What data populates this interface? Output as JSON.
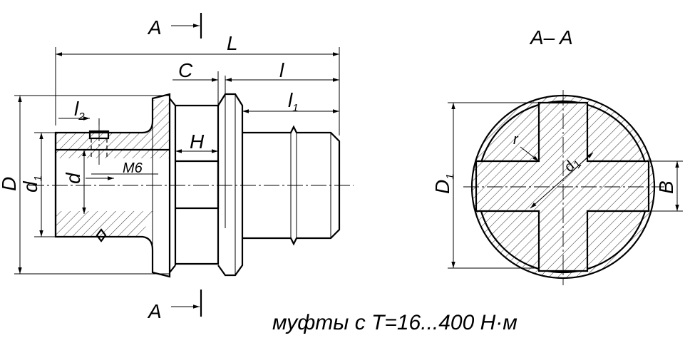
{
  "section_marker_top": "A",
  "section_marker_bottom": "A",
  "section_title": "A– A",
  "dimensions": {
    "overall_length": "L",
    "chamfer": "C",
    "length": "l",
    "length_1": "l",
    "length_1_sub": "1",
    "length_2": "l",
    "length_2_sub": "2",
    "head_height": "H",
    "thread": "M6",
    "outer_diameter": "D",
    "bore_diameter": "d",
    "inner_diameter": "d",
    "inner_diameter_sub": "1",
    "section_diameter": "D",
    "section_diameter_sub": "1",
    "section_inner": "d",
    "section_inner_sub": "1",
    "section_width": "B",
    "fillet_radius": "r"
  },
  "caption": "муфты с Т=16...400 Н·м"
}
